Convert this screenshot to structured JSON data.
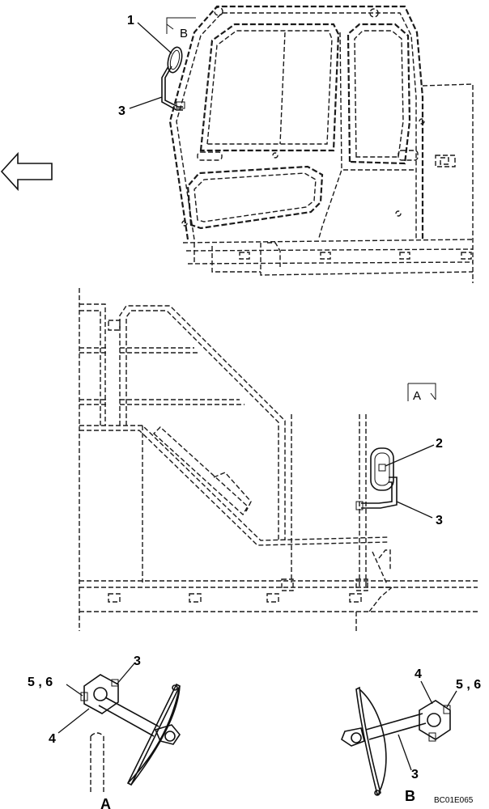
{
  "callouts": {
    "c1": "1",
    "c2": "2",
    "c3_top": "3",
    "c3_mid": "3",
    "c3_detail_a": "3",
    "c3_detail_b": "3",
    "c4_detail_a": "4",
    "c4_detail_b": "4",
    "c56_detail_a": "5 , 6",
    "c56_detail_b": "5 , 6"
  },
  "view_markers": {
    "top_marker": "B",
    "mid_marker": "A"
  },
  "detail_titles": {
    "detail_a": "A",
    "detail_b": "B"
  },
  "drawing_code": "BC01E065",
  "icons": {
    "direction_arrow": "left-arrow-icon"
  }
}
